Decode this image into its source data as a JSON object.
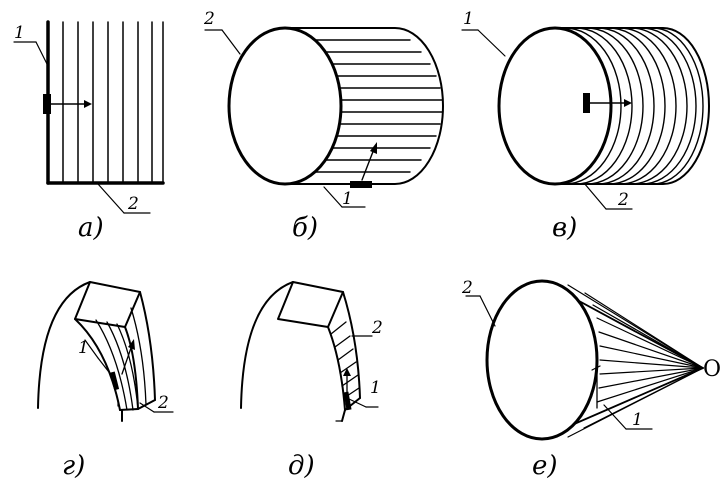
{
  "panels": {
    "a": {
      "caption": "а)",
      "label1": "1",
      "label2": "2"
    },
    "b": {
      "caption": "б)",
      "label1": "1",
      "label2": "2"
    },
    "v": {
      "caption": "в)",
      "label1": "1",
      "label2": "2"
    },
    "g": {
      "caption": "г)",
      "label1": "1",
      "label2": "2"
    },
    "d": {
      "caption": "д)",
      "label1": "1",
      "label2": "2"
    },
    "e": {
      "caption": "е)",
      "label1": "1",
      "label2": "2",
      "apex": "O"
    }
  },
  "colors": {
    "ink": "#000000",
    "background": "#ffffff"
  }
}
